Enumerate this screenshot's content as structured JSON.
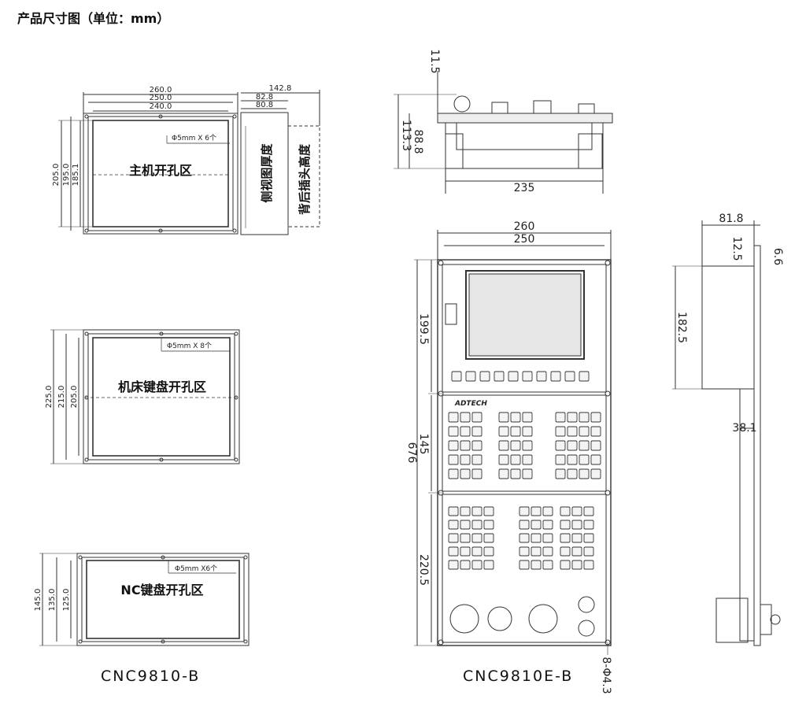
{
  "page_title": "产品尺寸图（单位：mm）",
  "models": {
    "left": "CNC9810-B",
    "right": "CNC9810E-B"
  },
  "host_cutout": {
    "label": "主机开孔区",
    "width_outer": "260.0",
    "width_mid": "250.0",
    "width_inner": "240.0",
    "height_outer": "205.0",
    "height_mid": "195.0",
    "height_inner": "185.1",
    "hole_note": "Φ5mm X 6个",
    "side_width_outer": "142.8",
    "side_width_mid": "82.8",
    "side_width_inner": "80.8",
    "side_depth_label": "侧视图厚度",
    "rear_plug_label": "背后插头高度"
  },
  "machine_keyboard_cutout": {
    "label": "机床键盘开孔区",
    "height_outer": "225.0",
    "height_mid": "215.0",
    "height_inner": "205.0",
    "hole_note": "Φ5mm X 8个"
  },
  "nc_keyboard_cutout": {
    "label": "NC键盘开孔区",
    "height_outer": "145.0",
    "height_mid": "135.0",
    "height_inner": "125.0",
    "hole_note": "Φ5mm X6个"
  },
  "e_model": {
    "top_view": {
      "dim_top": "11.5",
      "dim_h1": "113.3",
      "dim_h2": "88.8",
      "dim_width": "235"
    },
    "front": {
      "width_outer": "260",
      "width_inner": "250",
      "height_total": "676",
      "sec1": "199.5",
      "sec2": "145",
      "sec3": "220.5",
      "holes": "8-Φ4.3",
      "brand": "ADTECH"
    },
    "side": {
      "depth": "81.8",
      "d1": "12.5",
      "d2": "6.6",
      "box_height": "182.5",
      "plate_depth": "38.1"
    }
  }
}
